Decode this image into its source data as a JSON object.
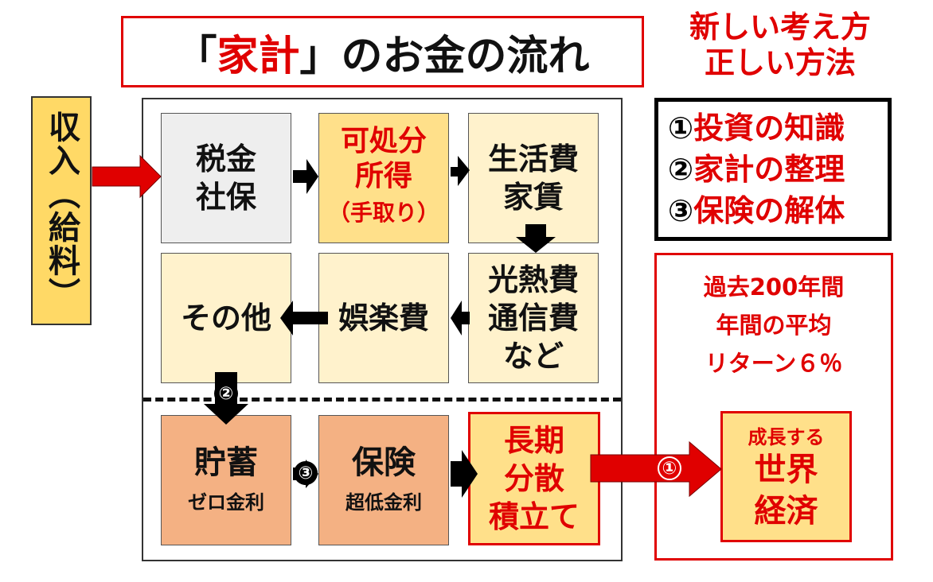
{
  "title": {
    "open": "「",
    "red": "家計",
    "close": "」",
    "rest": "のお金の流れ"
  },
  "new_way": {
    "line1": "新しい考え方",
    "line2": "正しい方法"
  },
  "methods": [
    {
      "num": "①",
      "text": "投資の知識"
    },
    {
      "num": "②",
      "text": "家計の整理"
    },
    {
      "num": "③",
      "text": "保険の解体"
    }
  ],
  "income": "収入（給料）",
  "boxes": {
    "tax": {
      "line1": "税金",
      "line2": "社保"
    },
    "disposable": {
      "line1": "可処分",
      "line2": "所得",
      "line3": "（手取り）"
    },
    "living": {
      "line1": "生活費",
      "line2": "家賃"
    },
    "utilities": {
      "line1": "光熱費",
      "line2": "通信費",
      "line3": "など"
    },
    "entertainment": "娯楽費",
    "other": "その他",
    "savings": {
      "line1": "貯蓄",
      "line2": "ゼロ金利"
    },
    "insurance": {
      "line1": "保険",
      "line2": "超低金利"
    },
    "longterm": {
      "line1": "長期",
      "line2": "分散",
      "line3": "積立て"
    }
  },
  "return_info": {
    "line1": "過去200年間",
    "line2": "年間の平均",
    "line3": "リターン６％"
  },
  "world": {
    "line1": "成長する",
    "line2": "世界",
    "line3": "経済"
  },
  "badges": {
    "b2": "②",
    "b3": "③",
    "b1": "①"
  },
  "colors": {
    "red": "#e00000",
    "gold": "#ffe08a",
    "cream": "#fff2cc",
    "peach": "#f4b183",
    "gray": "#eeeeee",
    "income": "#ffd966"
  }
}
